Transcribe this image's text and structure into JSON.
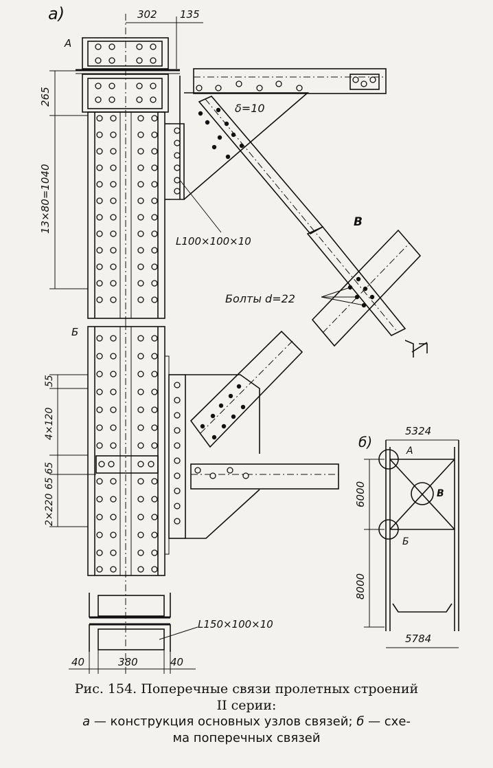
{
  "figure": {
    "panel_a_label": "a)",
    "panel_b_label": "б)",
    "node_A": "А",
    "node_B": "Б",
    "node_V": "В",
    "dim_302": "302",
    "dim_135": "135",
    "dim_265": "265",
    "dim_13x80": "13×80=1040",
    "dim_55": "55",
    "dim_4x120": "4×120",
    "dim_65_65": "65 65",
    "dim_2x220": "2×220",
    "dim_40_left": "40",
    "dim_380": "380",
    "dim_40_right": "40",
    "gusset_thickness": "δ=10",
    "angle_L100": "L100×100×10",
    "bolts": "Болты d=22",
    "angle_L150": "L150×100×10",
    "schema_5324": "5324",
    "schema_6000": "6000",
    "schema_8000": "8000",
    "schema_5784": "5784"
  },
  "caption": {
    "line1": "Рис. 154. Поперечные связи пролетных строений",
    "line2": "II серии:",
    "line3a_letter": "а",
    "line3a_text": " — конструкция основных узлов связей; ",
    "line3b_letter": "б",
    "line3b_text": " — схе-",
    "line4": "ма поперечных связей"
  }
}
